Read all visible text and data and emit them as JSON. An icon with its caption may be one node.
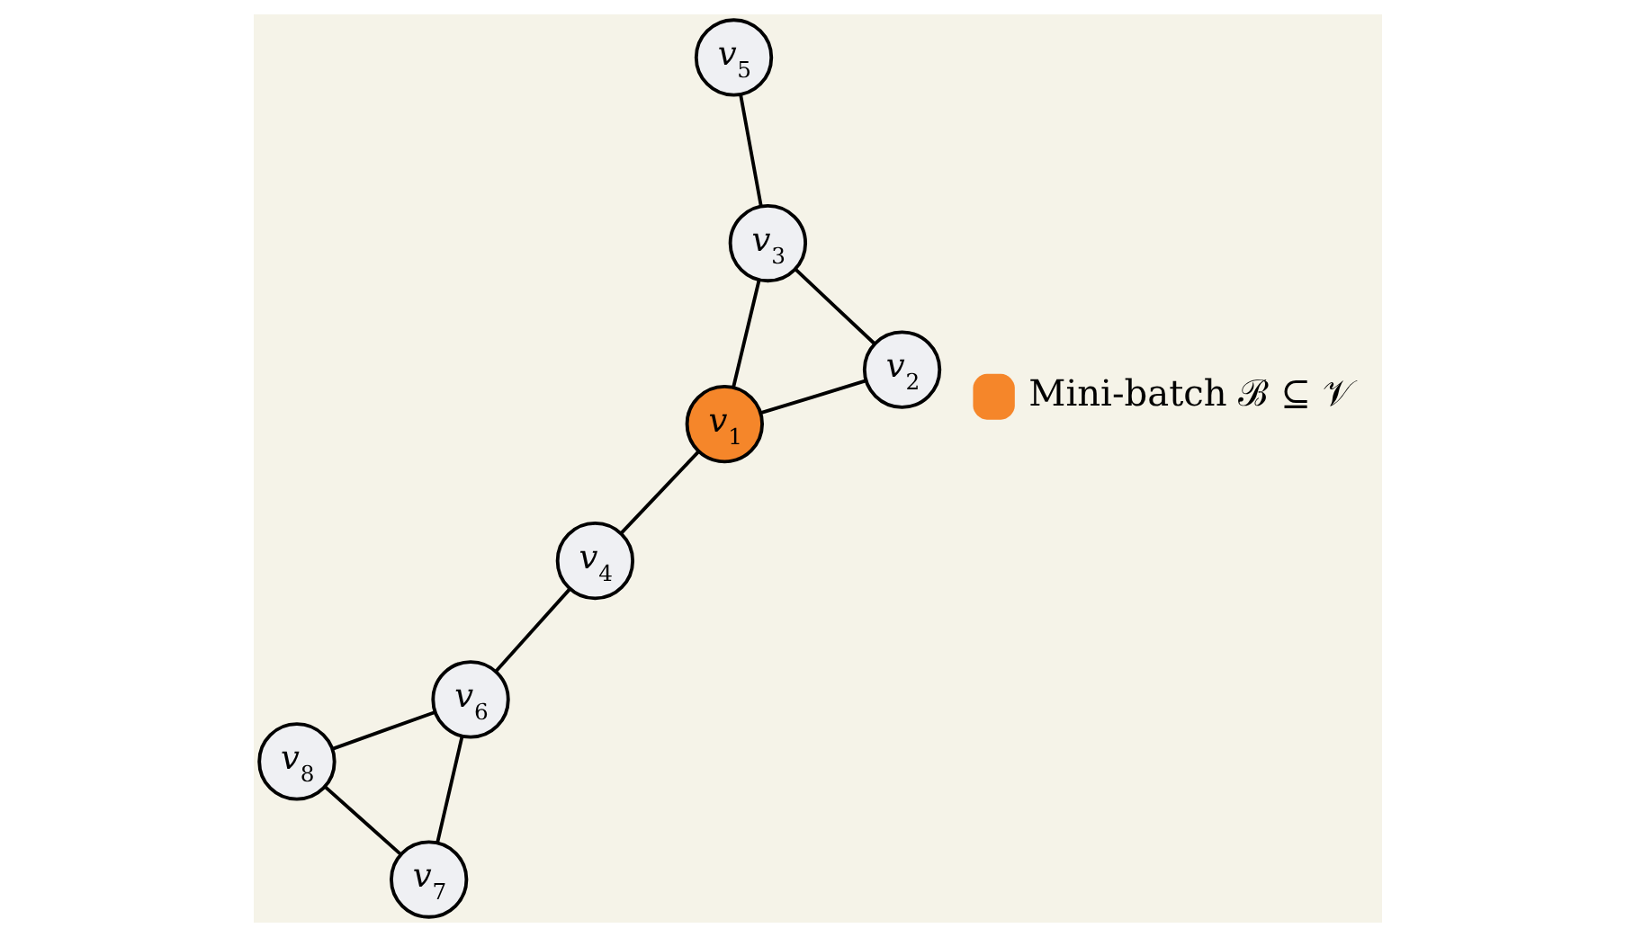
{
  "diagram": {
    "nodes": [
      {
        "text": [
          "v$_{5}$"
        ]
      },
      {
        "text": [
          "v$_{2}$"
        ]
      },
      {
        "text": [
          "v$_{4}$"
        ]
      },
      {
        "text": [
          "v$_{6}$"
        ]
      },
      {
        "text": [
          "v$_{3}$"
        ]
      },
      {
        "text": [
          "v$_{1}$"
        ]
      },
      {
        "text": [
          "v$_{8}$"
        ]
      },
      {
        "text": [
          "v$_{7}$"
        ]
      }
    ],
    "edges": [
      {
        "from": 0,
        "to": 4,
        "arrow": "none"
      },
      {
        "from": 4,
        "to": 1,
        "arrow": "none"
      },
      {
        "from": 1,
        "to": 5,
        "arrow": "none"
      },
      {
        "from": 4,
        "to": 5,
        "arrow": "none"
      },
      {
        "from": 5,
        "to": 2,
        "arrow": "none"
      },
      {
        "from": 2,
        "to": 3,
        "arrow": "none"
      },
      {
        "from": 3,
        "to": 7,
        "arrow": "none"
      },
      {
        "from": 3,
        "to": 6,
        "arrow": "none"
      },
      {
        "from": 7,
        "to": 6,
        "arrow": "none"
      }
    ],
    "legend": [
      {
        "text": "Mini-batch ℬ ⊆ 𝒱",
        "color": "#f5862a"
      }
    ]
  }
}
